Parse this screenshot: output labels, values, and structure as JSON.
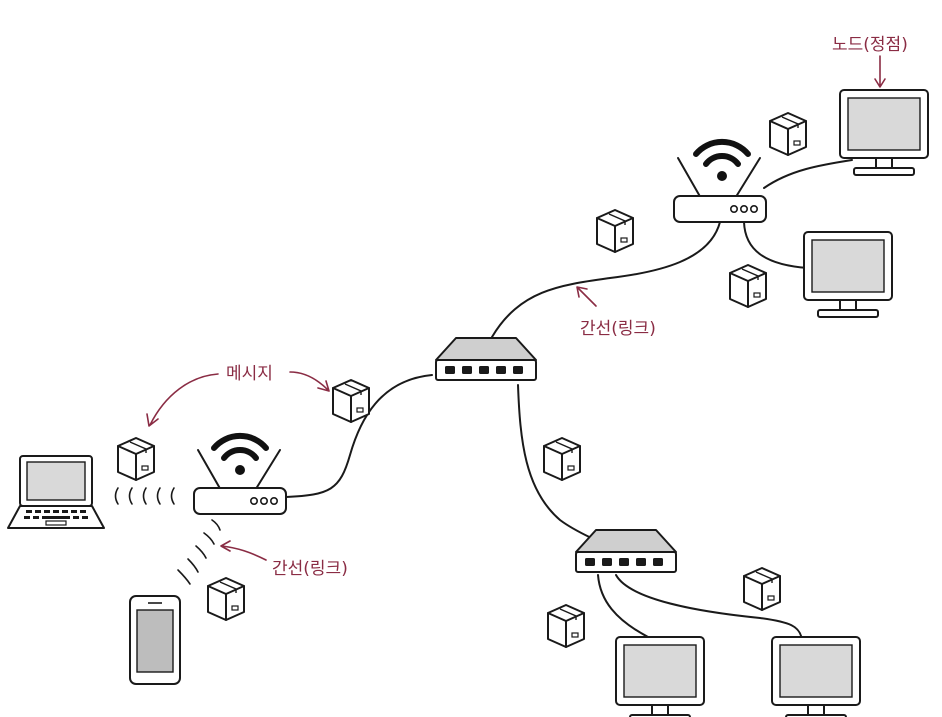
{
  "labels": {
    "node": "노드(정점)",
    "edge_top": "간선(링크)",
    "message": "메시지",
    "edge_bottom": "간선(링크)"
  },
  "colors": {
    "annotation": "#8a2c44",
    "line": "#1a1a1a",
    "screen_fill": "#d9d9d9",
    "device_fill": "#ffffff"
  },
  "icons": {
    "router": "router-icon",
    "switch": "switch-icon",
    "monitor": "monitor-icon",
    "laptop": "laptop-icon",
    "phone": "phone-icon",
    "package": "package-icon",
    "wifi": "wifi-icon"
  }
}
